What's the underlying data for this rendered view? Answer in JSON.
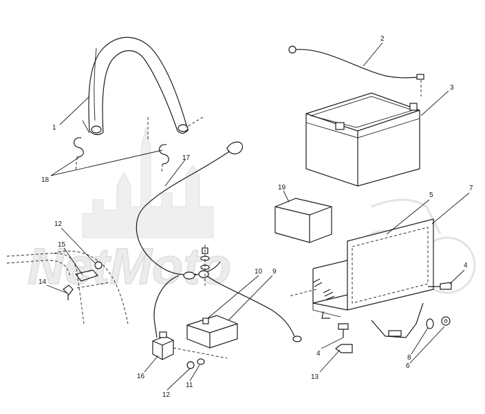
{
  "watermark": {
    "text": "NetMoto"
  },
  "callouts": [
    {
      "id": "c1",
      "label": "1"
    },
    {
      "id": "c2",
      "label": "2"
    },
    {
      "id": "c3",
      "label": "3"
    },
    {
      "id": "c4a",
      "label": "4"
    },
    {
      "id": "c4b",
      "label": "4"
    },
    {
      "id": "c5",
      "label": "5"
    },
    {
      "id": "c6",
      "label": "6"
    },
    {
      "id": "c7",
      "label": "7"
    },
    {
      "id": "c8",
      "label": "8"
    },
    {
      "id": "c9",
      "label": "9"
    },
    {
      "id": "c10",
      "label": "10"
    },
    {
      "id": "c11",
      "label": "11"
    },
    {
      "id": "c12a",
      "label": "12"
    },
    {
      "id": "c12b",
      "label": "12"
    },
    {
      "id": "c13",
      "label": "13"
    },
    {
      "id": "c14",
      "label": "14"
    },
    {
      "id": "c15",
      "label": "15"
    },
    {
      "id": "c16",
      "label": "16"
    },
    {
      "id": "c17",
      "label": "17"
    },
    {
      "id": "c18",
      "label": "18"
    },
    {
      "id": "c19",
      "label": "19"
    }
  ]
}
